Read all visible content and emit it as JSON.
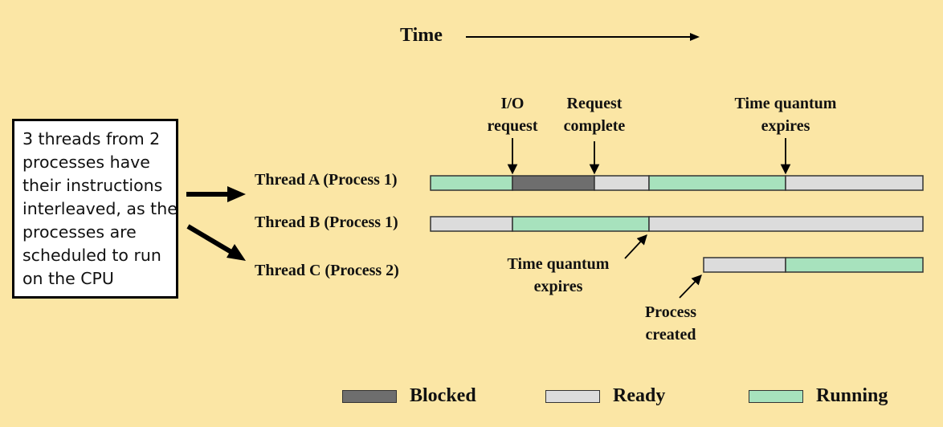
{
  "title": "Time",
  "note": "3 threads from 2 processes have their instructions interleaved, as the processes are scheduled to run on the CPU",
  "threads": [
    {
      "label": "Thread A (Process 1)"
    },
    {
      "label": "Thread B (Process 1)"
    },
    {
      "label": "Thread C (Process 2)"
    }
  ],
  "annotations": {
    "io_request": "I/O request",
    "request_complete": "Request complete",
    "quantum_a": "Time quantum expires",
    "quantum_b": "Time quantum expires",
    "process_created": "Process created"
  },
  "legend": [
    {
      "key": "blocked",
      "label": "Blocked",
      "color": "#6e6e6e"
    },
    {
      "key": "ready",
      "label": "Ready",
      "color": "#dcdcdc"
    },
    {
      "key": "running",
      "label": "Running",
      "color": "#a7e2bd"
    }
  ],
  "colors": {
    "background": "#fbe6a5",
    "blocked": "#6e6e6e",
    "ready": "#dcdcdc",
    "running": "#a7e2bd"
  }
}
